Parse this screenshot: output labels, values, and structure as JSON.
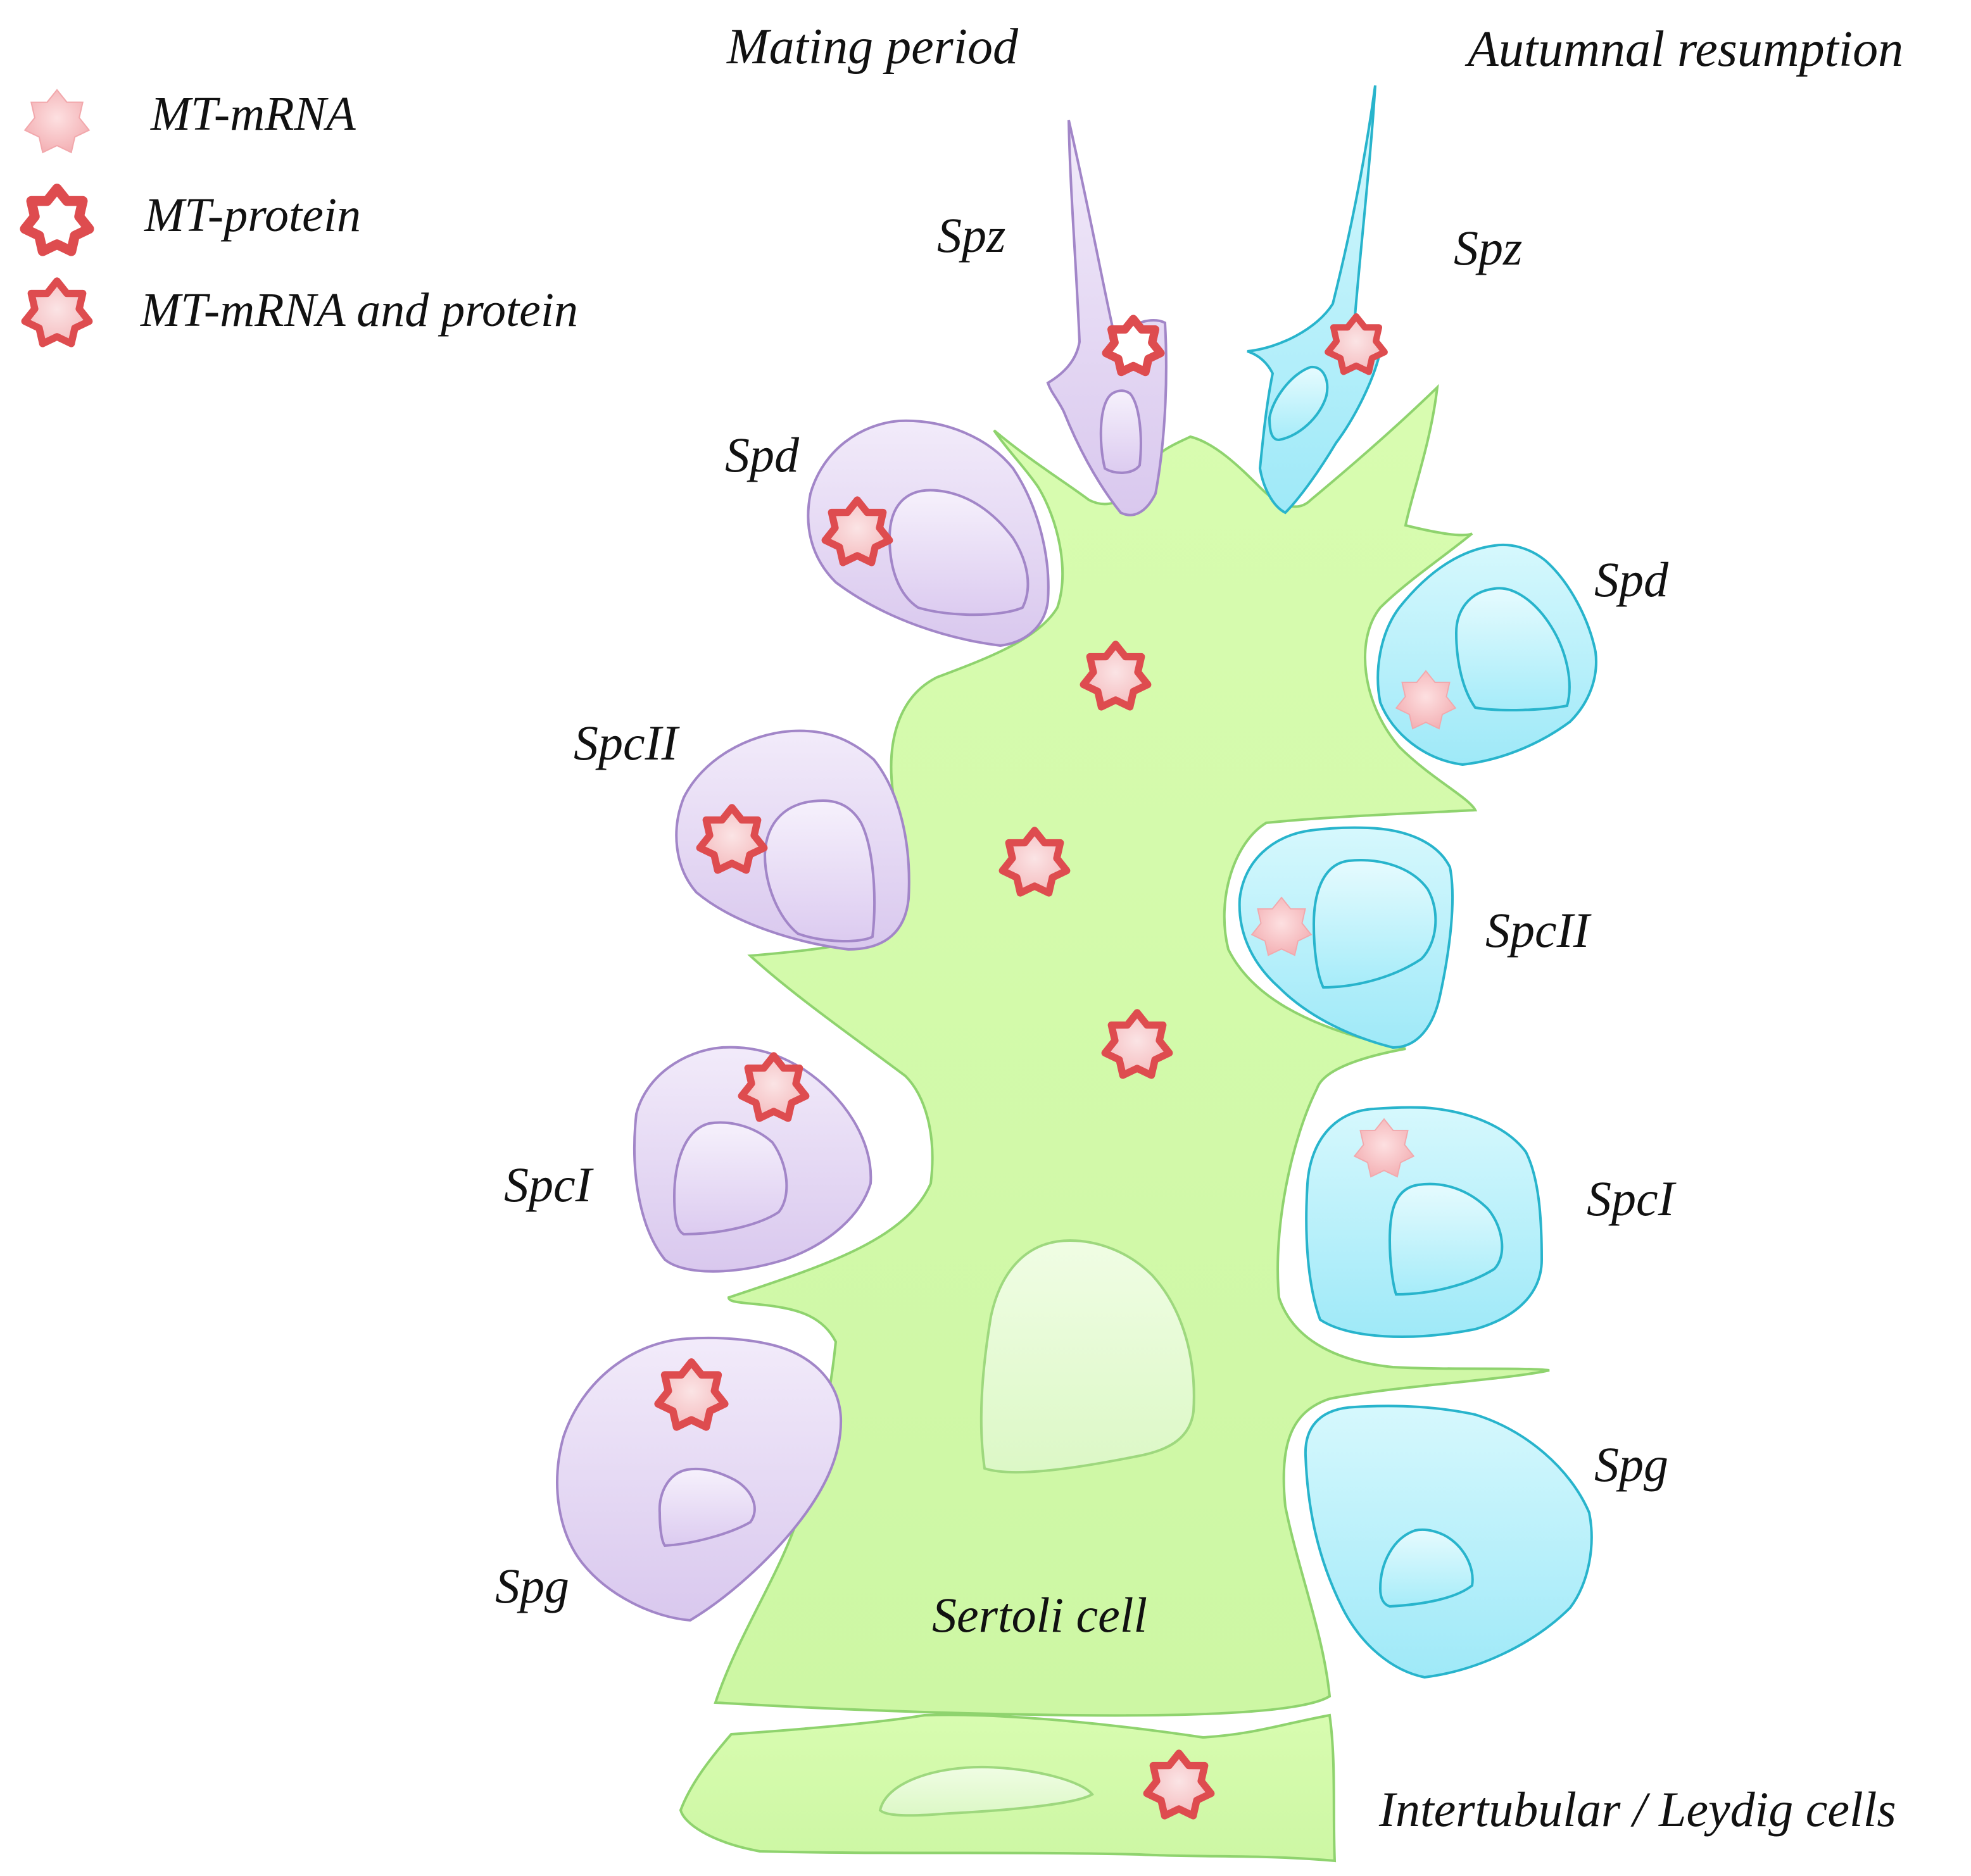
{
  "headers": {
    "mating": "Mating period",
    "autumnal": "Autumnal resumption"
  },
  "legend": {
    "mrna": "MT-mRNA",
    "protein": "MT-protein",
    "both": "MT-mRNA and protein"
  },
  "left_cells": {
    "spz": "Spz",
    "spd": "Spd",
    "spcii": "SpcII",
    "spci": "SpcI",
    "spg": "Spg"
  },
  "right_cells": {
    "spz": "Spz",
    "spd": "Spd",
    "spcii": "SpcII",
    "spci": "SpcI",
    "spg": "Spg"
  },
  "sertoli": "Sertoli cell",
  "interstitial": "Intertubular / Leydig cells",
  "colors": {
    "mating_fill": "#e4d6f3",
    "mating_stroke": "#a286c8",
    "autumnal_fill": "#b8f0fb",
    "autumnal_stroke": "#28b4cc",
    "sertoli_fill": "#d3fba8",
    "sertoli_stroke": "#8fd36e",
    "mrna_star": "#f9c3c6",
    "protein_star": "#de4c4f"
  }
}
